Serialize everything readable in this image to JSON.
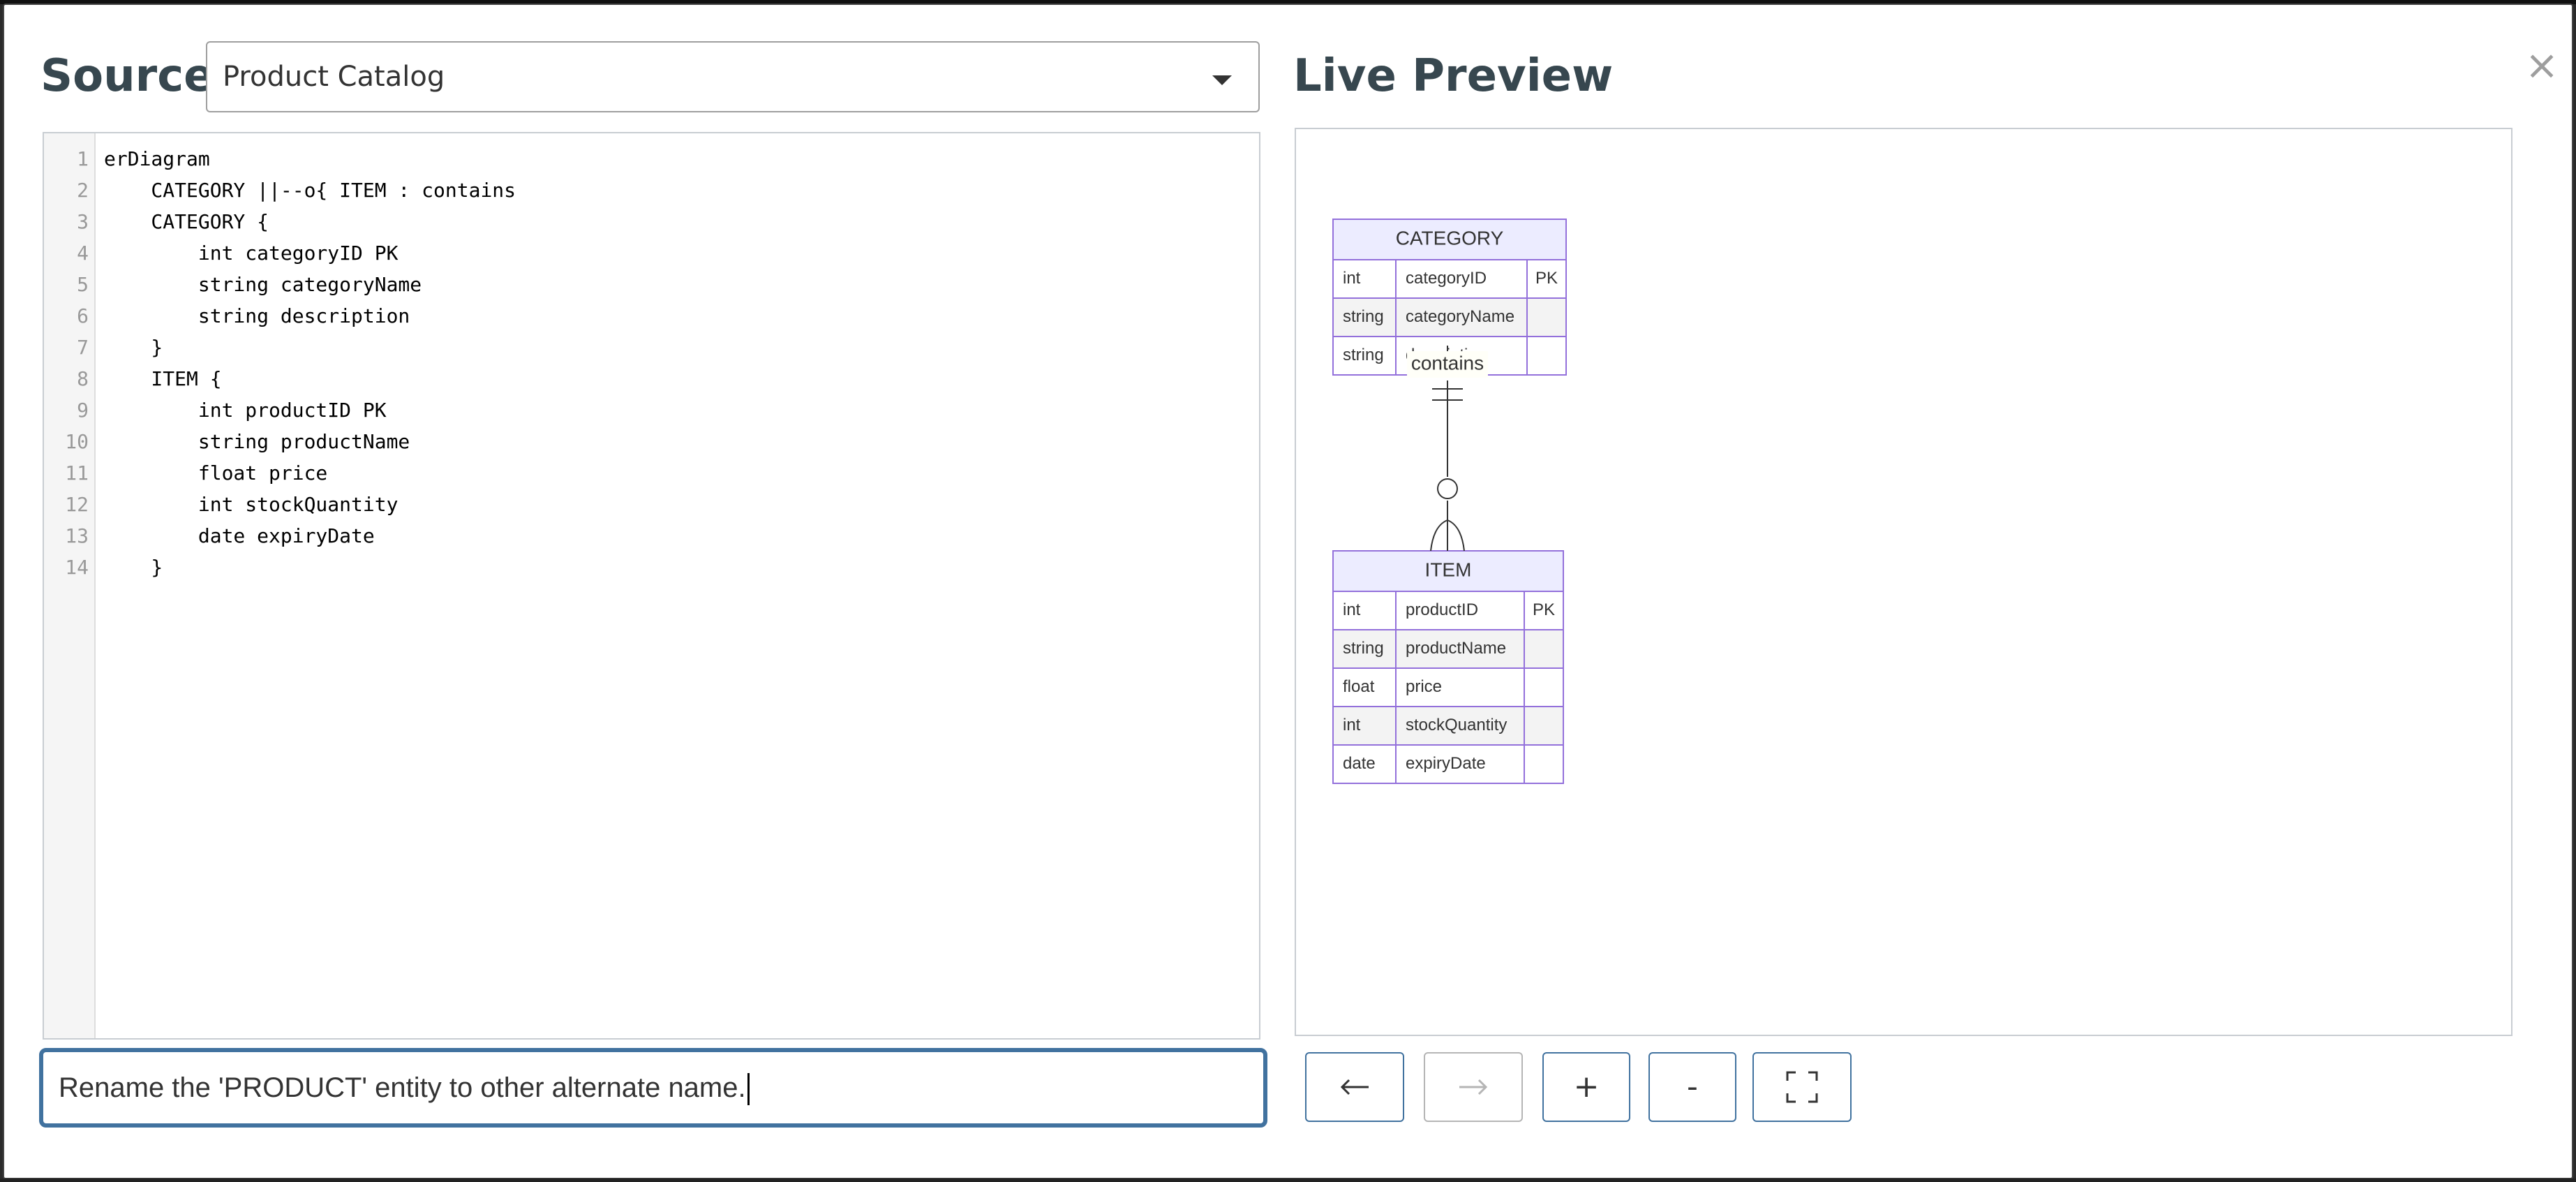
{
  "window": {
    "source_title": "Source",
    "preview_title": "Live Preview",
    "close_label": "×"
  },
  "source": {
    "selected_example": "Product Catalog"
  },
  "editor": {
    "lines": [
      "erDiagram",
      "    CATEGORY ||--o{ ITEM : contains",
      "    CATEGORY {",
      "        int categoryID PK",
      "        string categoryName",
      "        string description",
      "    }",
      "    ITEM {",
      "        int productID PK",
      "        string productName",
      "        float price",
      "        int stockQuantity",
      "        date expiryDate",
      "    }"
    ],
    "line_numbers": [
      "1",
      "2",
      "3",
      "4",
      "5",
      "6",
      "7",
      "8",
      "9",
      "10",
      "11",
      "12",
      "13",
      "14"
    ]
  },
  "diagram": {
    "entities": [
      {
        "name": "CATEGORY",
        "attributes": [
          {
            "type": "int",
            "name": "categoryID",
            "key": "PK"
          },
          {
            "type": "string",
            "name": "categoryName",
            "key": ""
          },
          {
            "type": "string",
            "name": "description",
            "key": ""
          }
        ]
      },
      {
        "name": "ITEM",
        "attributes": [
          {
            "type": "int",
            "name": "productID",
            "key": "PK"
          },
          {
            "type": "string",
            "name": "productName",
            "key": ""
          },
          {
            "type": "float",
            "name": "price",
            "key": ""
          },
          {
            "type": "int",
            "name": "stockQuantity",
            "key": ""
          },
          {
            "type": "date",
            "name": "expiryDate",
            "key": ""
          }
        ]
      }
    ],
    "relationship": {
      "from": "CATEGORY",
      "to": "ITEM",
      "label": "contains",
      "from_cardinality": "exactly-one",
      "to_cardinality": "zero-or-more"
    },
    "colors": {
      "entity_border": "#9370db",
      "entity_header_fill": "#ececff",
      "row_alt_fill": "#f3f3f3",
      "line": "#333333"
    }
  },
  "prompt": {
    "value": "Rename the 'PRODUCT' entity to other alternate name."
  },
  "toolbar": {
    "back_icon": "arrow-left-icon",
    "forward_icon": "arrow-right-icon",
    "zoom_in_label": "+",
    "zoom_out_label": "-",
    "fit_icon": "fullscreen-icon",
    "forward_disabled": true
  }
}
